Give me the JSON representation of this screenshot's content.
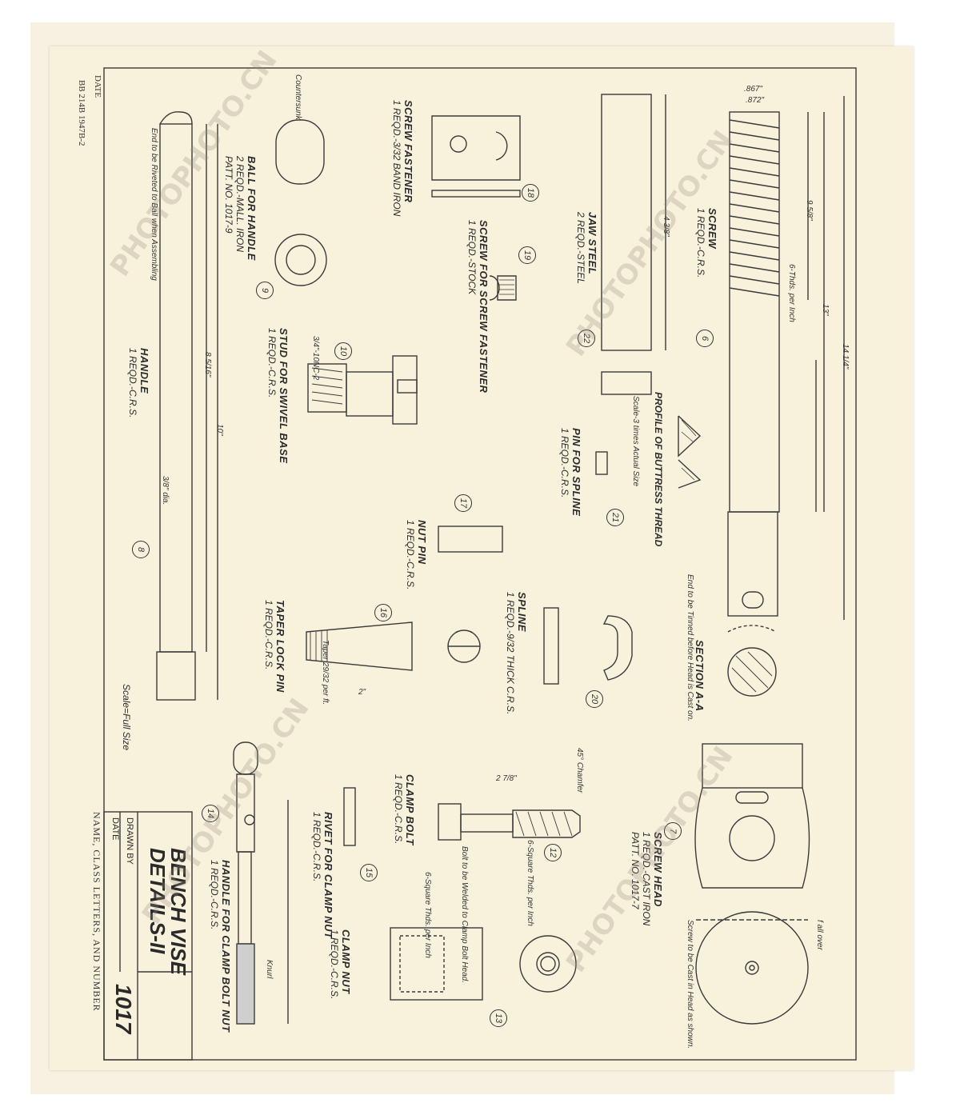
{
  "margin_left": {
    "date": "DATE",
    "codes": "BB 214B   1947B-2",
    "footer": "NAME, CLASS LETTERS, AND NUMBER"
  },
  "title_block": {
    "title_line1": "BENCH VISE",
    "title_line2": "DETAILS-II",
    "drawing_number": "1017",
    "drawn_by": "DRAWN BY",
    "date": "DATE"
  },
  "parts": [
    {
      "no": "6",
      "name": "SCREW",
      "spec": "1 REQD.-C.R.S."
    },
    {
      "no": "7",
      "name": "SCREW HEAD",
      "spec": "1 REQD.-CAST IRON",
      "extra": "PATT. NO. 1017-7"
    },
    {
      "no": "8",
      "name": "HANDLE",
      "spec": "1 REQD.-C.R.S."
    },
    {
      "no": "9",
      "name": "BALL FOR HANDLE",
      "spec": "2 REQD.-MALL. IRON",
      "extra": "PATT. NO. 1017-9"
    },
    {
      "no": "10",
      "name": "STUD FOR SWIVEL BASE",
      "spec": "1 REQD.-C.R.S."
    },
    {
      "no": "12",
      "name": "CLAMP BOLT",
      "spec": "1 REQD.-C.R.S."
    },
    {
      "no": "13",
      "name": "CLAMP NUT",
      "spec": "1 REQD.-C.R.S."
    },
    {
      "no": "14",
      "name": "HANDLE FOR CLAMP BOLT NUT",
      "spec": "1 REQD.-C.R.S."
    },
    {
      "no": "15",
      "name": "RIVET FOR CLAMP NUT",
      "spec": "1 REQD.-C.R.S."
    },
    {
      "no": "16",
      "name": "TAPER LOCK PIN",
      "spec": "1 REQD.-C.R.S."
    },
    {
      "no": "17",
      "name": "NUT PIN",
      "spec": "1 REQD.-C.R.S."
    },
    {
      "no": "18",
      "name": "SCREW FASTENER",
      "spec": "1 REQD.-3/32 BAND IRON"
    },
    {
      "no": "19",
      "name": "SCREW FOR SCREW FASTENER",
      "spec": "1 REQD.-STOCK"
    },
    {
      "no": "20",
      "name": "SPLINE",
      "spec": "1 REQD.-9/32 THICK C.R.S."
    },
    {
      "no": "21",
      "name": "PIN FOR SPLINE",
      "spec": "1 REQD.-C.R.S."
    },
    {
      "no": "22",
      "name": "JAW STEEL",
      "spec": "2 REQD.-STEEL"
    }
  ],
  "notes": {
    "thread_profile": "PROFILE OF BUTTRESS THREAD",
    "thread_scale": "Scale-3 times Actual Size",
    "section": "SECTION A-A",
    "scale": "Scale=Full Size",
    "screw_threads": "6-Thds. per Inch",
    "head_note": "Screw to be Cast in Head as shown.",
    "end_note": "End to be Tinned before Head is Cast on.",
    "ball_note": "End to be Riveted to Ball when Assembling",
    "countersunk": "Countersunk",
    "chamfer": "45° Chamfer",
    "clamp_threads": "6-Square Thds. per Inch",
    "clamp_bolt_note": "Bolt to be Welded to Clamp Bolt Head.",
    "nut_threads": "6-Square Thds. per Inch",
    "knurl": "Knurl",
    "taper": "Taper 29/32 per ft."
  },
  "dimensions": {
    "screw_dia": ".867\"",
    "screw_dia2": ".872\"",
    "screw_len": "14 1/4\"",
    "screw_mid": "13\"",
    "screw_thread_len": "9 5/8\"",
    "handle_len": "10\"",
    "handle_mid": "8 5/16\"",
    "handle_dia": "3/8\" dia.",
    "jaw_len": "4 3/8\"",
    "stud_thread": "3/4\"-10NC-2",
    "clamp_len": "2 7/8\"",
    "lock_pin_len": "2\"",
    "fall_over": "f all over"
  },
  "watermark": "PHOTOPHOTO.CN"
}
